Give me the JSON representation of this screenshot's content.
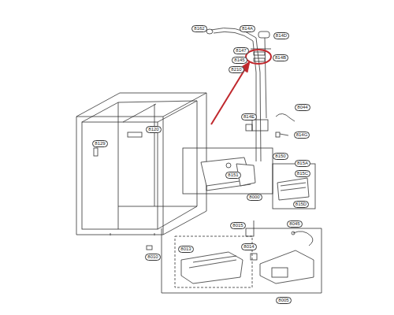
{
  "diagram": {
    "labels": [
      "8162",
      "814A",
      "814D",
      "8147",
      "8145",
      "814B",
      "8210",
      "8044",
      "814E",
      "814G",
      "8120",
      "8129",
      "8150",
      "8151",
      "815A",
      "815C",
      "815D",
      "8000",
      "8013",
      "8014",
      "8045",
      "8015",
      "8005",
      "8010"
    ]
  }
}
